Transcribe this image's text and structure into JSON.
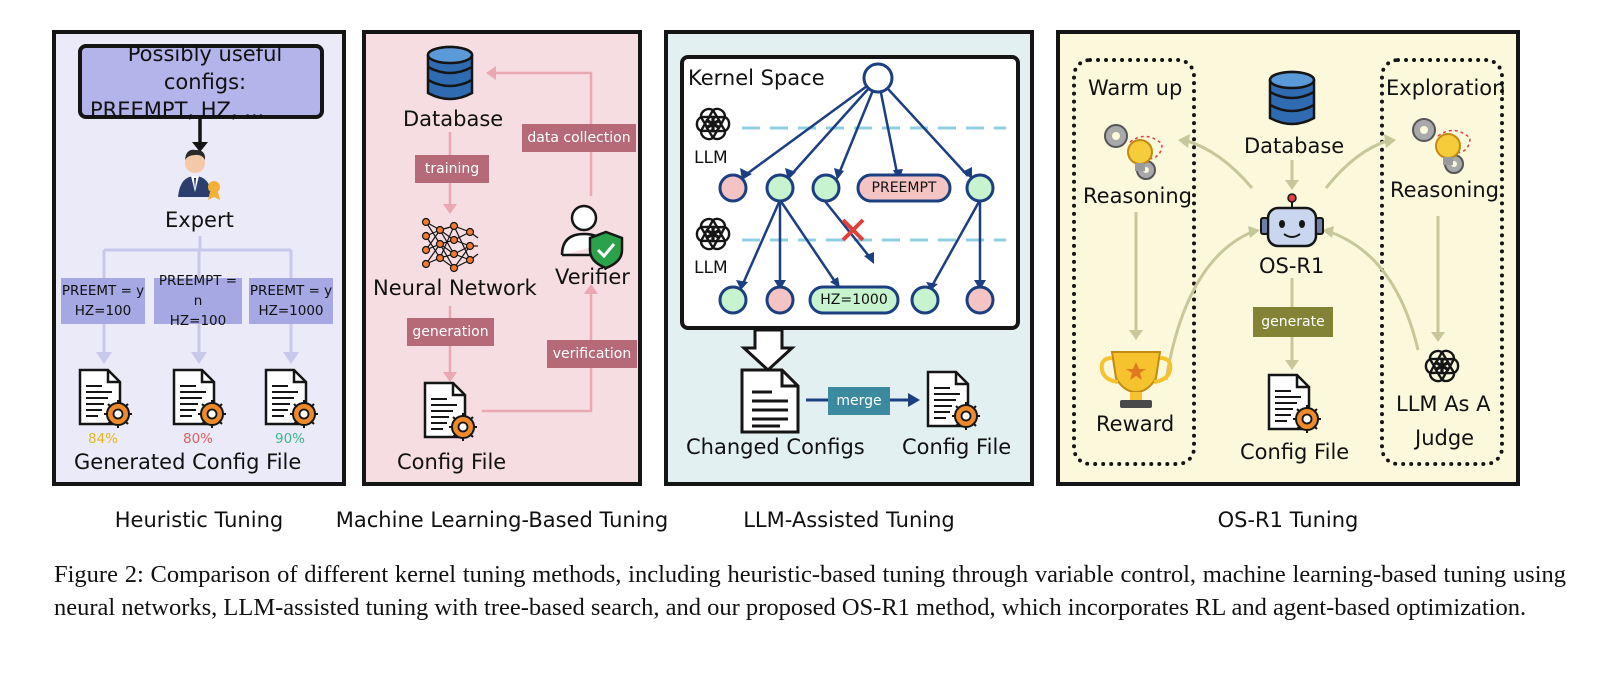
{
  "heuristic": {
    "configs_line1": "Possibly useful configs:",
    "configs_line2": "PREEMPT, HZ, ...",
    "expert": "Expert",
    "variants": [
      {
        "line1": "PREEMT = y",
        "line2": "HZ=100",
        "pct": "84%",
        "pct_color": "#e6b422"
      },
      {
        "line1": "PREEMPT = n",
        "line2": "HZ=100",
        "pct": "80%",
        "pct_color": "#e06060"
      },
      {
        "line1": "PREEMT = y",
        "line2": "HZ=1000",
        "pct": "90%",
        "pct_color": "#3cb88a"
      }
    ],
    "generated": "Generated Config File",
    "title": "Heuristic Tuning"
  },
  "ml": {
    "database": "Database",
    "training": "training",
    "neural_network": "Neural Network",
    "generation": "generation",
    "config_file": "Config File",
    "data_collection": "data collection",
    "verifier": "Verifier",
    "verification": "verification",
    "title": "Machine Learning-Based Tuning"
  },
  "llm": {
    "kernel_space": "Kernel Space",
    "llm_label": "LLM",
    "preempt": "PREEMPT",
    "hz": "HZ=1000",
    "changed_configs": "Changed Configs",
    "merge": "merge",
    "config_file": "Config File",
    "title": "LLM-Assisted Tuning"
  },
  "osr1": {
    "warm_up": "Warm up",
    "reasoning": "Reasoning",
    "reward": "Reward",
    "database": "Database",
    "os_r1": "OS-R1",
    "generate": "generate",
    "config_file": "Config File",
    "exploration": "Exploration",
    "judge_line1": "LLM As A",
    "judge_line2": "Judge",
    "title": "OS-R1 Tuning"
  },
  "colors": {
    "heuristic_bg": "#ebeaf8",
    "heuristic_box": "#a6a8e4",
    "ml_bg": "#f5dde1",
    "ml_label": "#b66a77",
    "ml_arrow": "#eaa8b2",
    "llm_bg": "#e3f0f2",
    "llm_tree": "#1c3f82",
    "osr1_bg": "#fbf8dc",
    "osr1_arrow": "#c6c79a",
    "generate_box": "#838336",
    "merge_box": "#3c8aa0",
    "node_green": "#c8f3cf",
    "node_pink": "#f4c4c4"
  },
  "caption": "Figure 2: Comparison of different kernel tuning methods, including heuristic-based tuning through variable control, machine learning-based tuning using neural networks, LLM-assisted tuning with tree-based search, and our proposed OS-R1 method, which incorporates RL and agent-based optimization."
}
